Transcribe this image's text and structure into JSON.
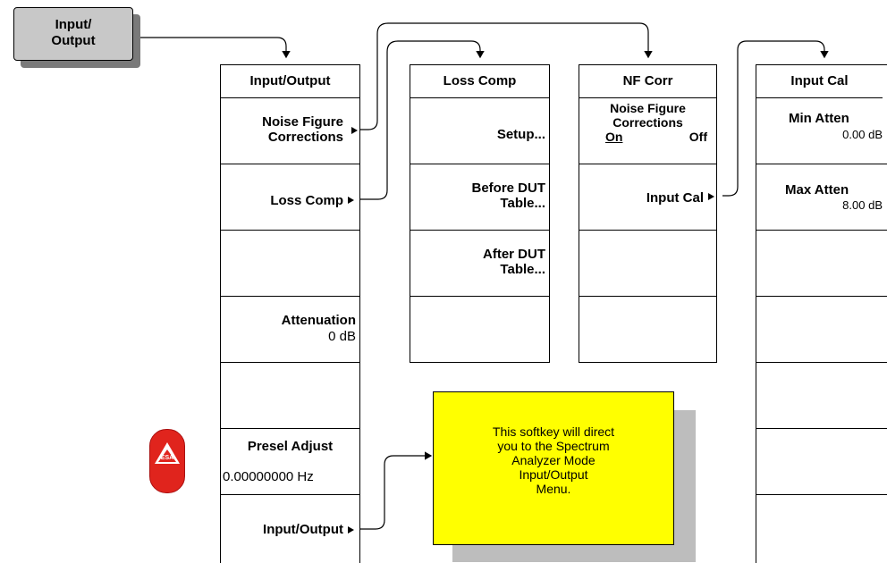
{
  "root_key": {
    "label": "Input/\nOutput"
  },
  "menus": {
    "input_output": {
      "title": "Input/Output",
      "noise_figure_corrections": "Noise Figure\nCorrections",
      "loss_comp": "Loss Comp",
      "attenuation": {
        "label": "Attenuation",
        "value": "0 dB"
      },
      "presel_adjust": {
        "label": "Presel Adjust",
        "value": "0.00000000 Hz"
      },
      "input_output": "Input/Output"
    },
    "loss_comp": {
      "title": "Loss Comp",
      "setup": "Setup...",
      "before_dut_table": "Before DUT\nTable...",
      "after_dut_table": "After DUT\nTable..."
    },
    "nf_corr": {
      "title": "NF Corr",
      "noise_figure_corrections": "Noise Figure\nCorrections",
      "on": "On",
      "off": "Off",
      "input_cal": "Input Cal"
    },
    "input_cal": {
      "title": "Input Cal",
      "min_atten": {
        "label": "Min Atten",
        "value": "0.00 dB"
      },
      "max_atten": {
        "label": "Max Atten",
        "value": "8.00 dB"
      }
    }
  },
  "note": {
    "text": "This softkey will direct\nyou to the Spectrum\nAnalyzer Mode\nInput/Output\nMenu."
  },
  "badge": {
    "text": "ESA"
  },
  "colors": {
    "note_fill": "#ffff00",
    "badge_fill": "#e0241d",
    "root_key_fill": "#c8c8c8"
  }
}
